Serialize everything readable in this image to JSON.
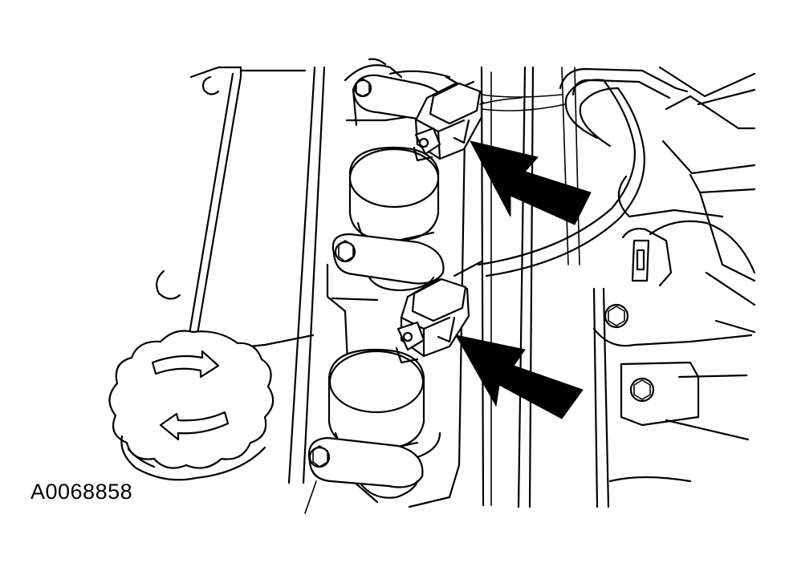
{
  "figure": {
    "id_label": "A0068858",
    "colors": {
      "line": "#000000",
      "background": "#ffffff"
    },
    "callouts": [
      {
        "name": "upper-connector-arrow",
        "points_to": "upper-ignition-coil-connector"
      },
      {
        "name": "lower-connector-arrow",
        "points_to": "lower-ignition-coil-connector"
      }
    ]
  }
}
